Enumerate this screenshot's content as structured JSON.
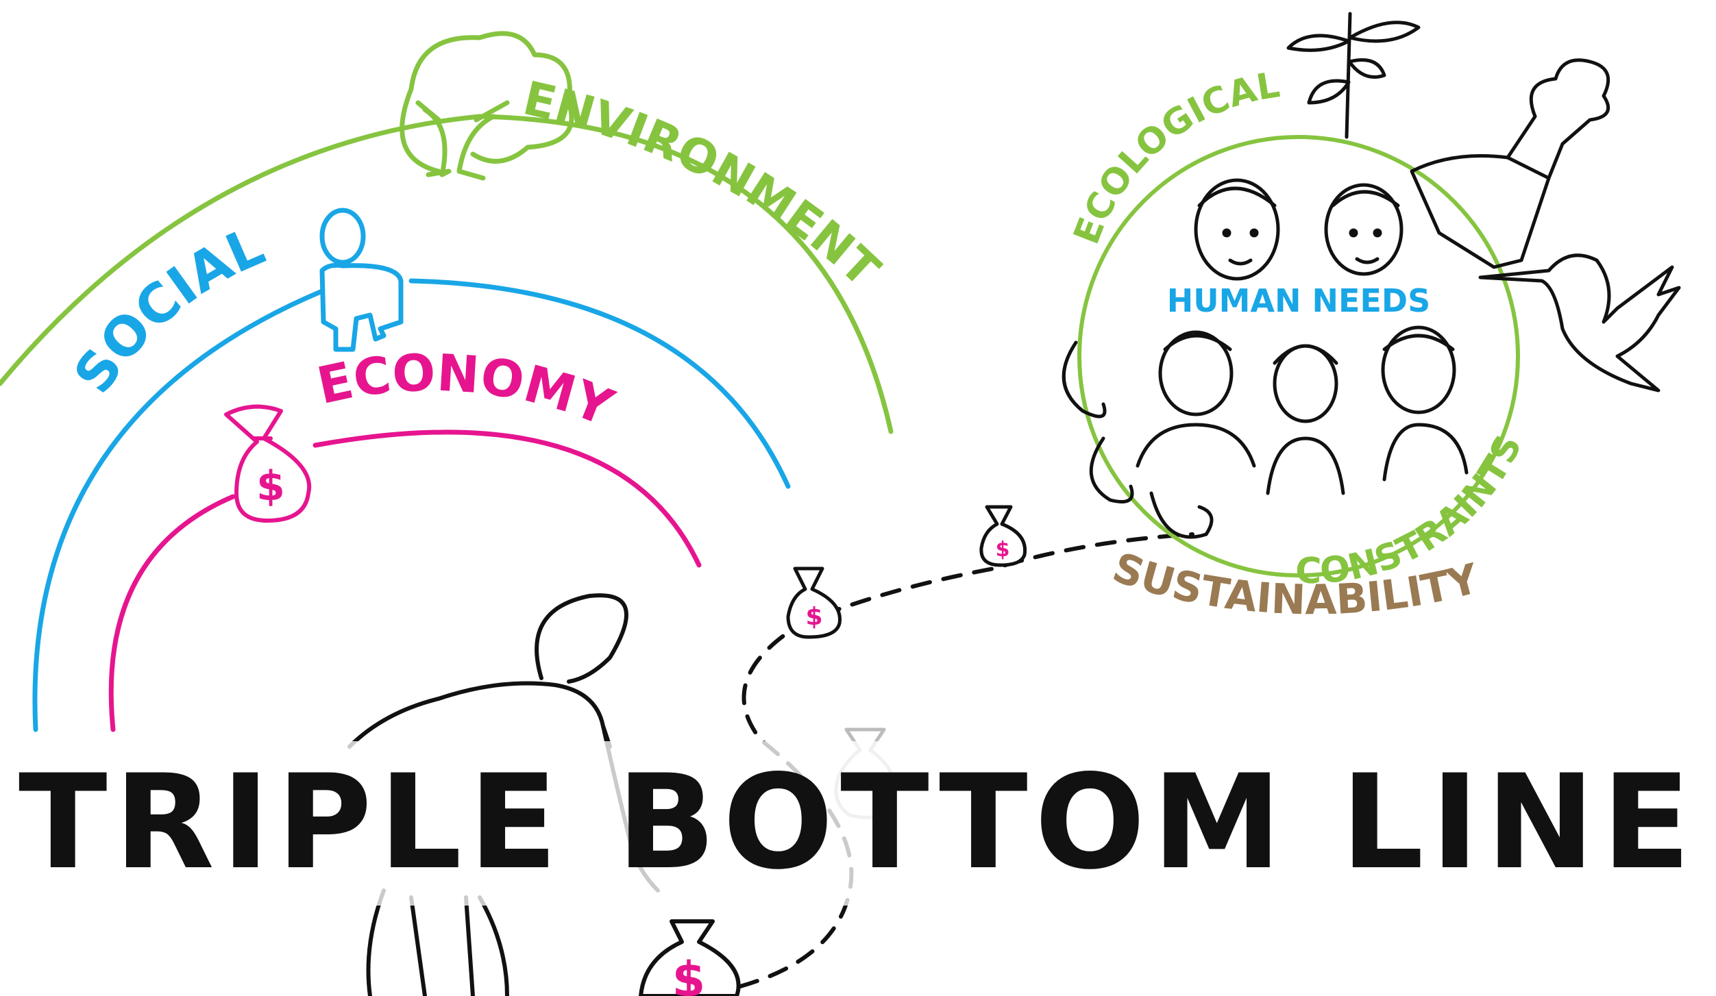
{
  "colors": {
    "environment": "#86c440",
    "social": "#19a6e6",
    "economy": "#e6158f",
    "sustainability": "#9a7a52",
    "ink": "#111111"
  },
  "arcs": {
    "environment": "ENVIRONMENT",
    "social": "SOCIAL",
    "economy": "ECONOMY"
  },
  "circle": {
    "ecological": "ECOLOGICAL",
    "human_needs": "HUMAN NEEDS",
    "constraints": "CONSTRAINTS",
    "sustainability": "SUSTAINABILITY"
  },
  "money_symbol": "$",
  "title": "TRIPLE BOTTOM LINE",
  "icons": [
    "tree-icon",
    "person-icon",
    "money-bag-icon",
    "sprout-icon",
    "hummingbird-icon",
    "erupting-volcano-icon",
    "wind-swirl-icon",
    "human-faces-icon"
  ]
}
